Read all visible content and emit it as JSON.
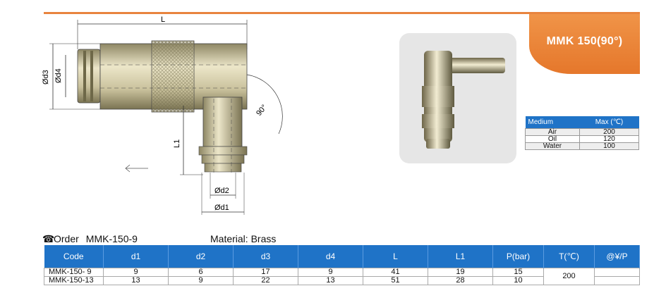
{
  "badge": {
    "title": "MMK 150(90°)"
  },
  "drawing": {
    "labels": {
      "L": "L",
      "d3": "Ød3",
      "d4": "Ød4",
      "angle": "90°",
      "L1": "L1",
      "d2": "Ød2",
      "d1": "Ød1"
    },
    "colors": {
      "brass_light": "#d9d2b2",
      "brass_dark": "#8e8764",
      "line": "#333333"
    }
  },
  "medium_table": {
    "headers": [
      "Medium",
      "Max (℃)"
    ],
    "rows": [
      [
        "Air",
        "200"
      ],
      [
        "Oil",
        "120"
      ],
      [
        "Water",
        "100"
      ]
    ]
  },
  "order": {
    "phone_icon": "phone-icon",
    "label": "Order",
    "code": "MMK-150-9",
    "material": "Material: Brass"
  },
  "spec_table": {
    "headers": [
      "Code",
      "d1",
      "d2",
      "d3",
      "d4",
      "L",
      "L1",
      "P(bar)",
      "T(℃)",
      "@¥/P"
    ],
    "rows": [
      [
        "MMK-150- 9",
        "9",
        "6",
        "17",
        "9",
        "41",
        "19",
        "15"
      ],
      [
        "MMK-150-13",
        "13",
        "9",
        "22",
        "13",
        "51",
        "28",
        "10"
      ]
    ],
    "temperature": "200",
    "price": ""
  },
  "colors": {
    "accent_orange": "#e8843e",
    "header_blue": "#1f73c7"
  }
}
